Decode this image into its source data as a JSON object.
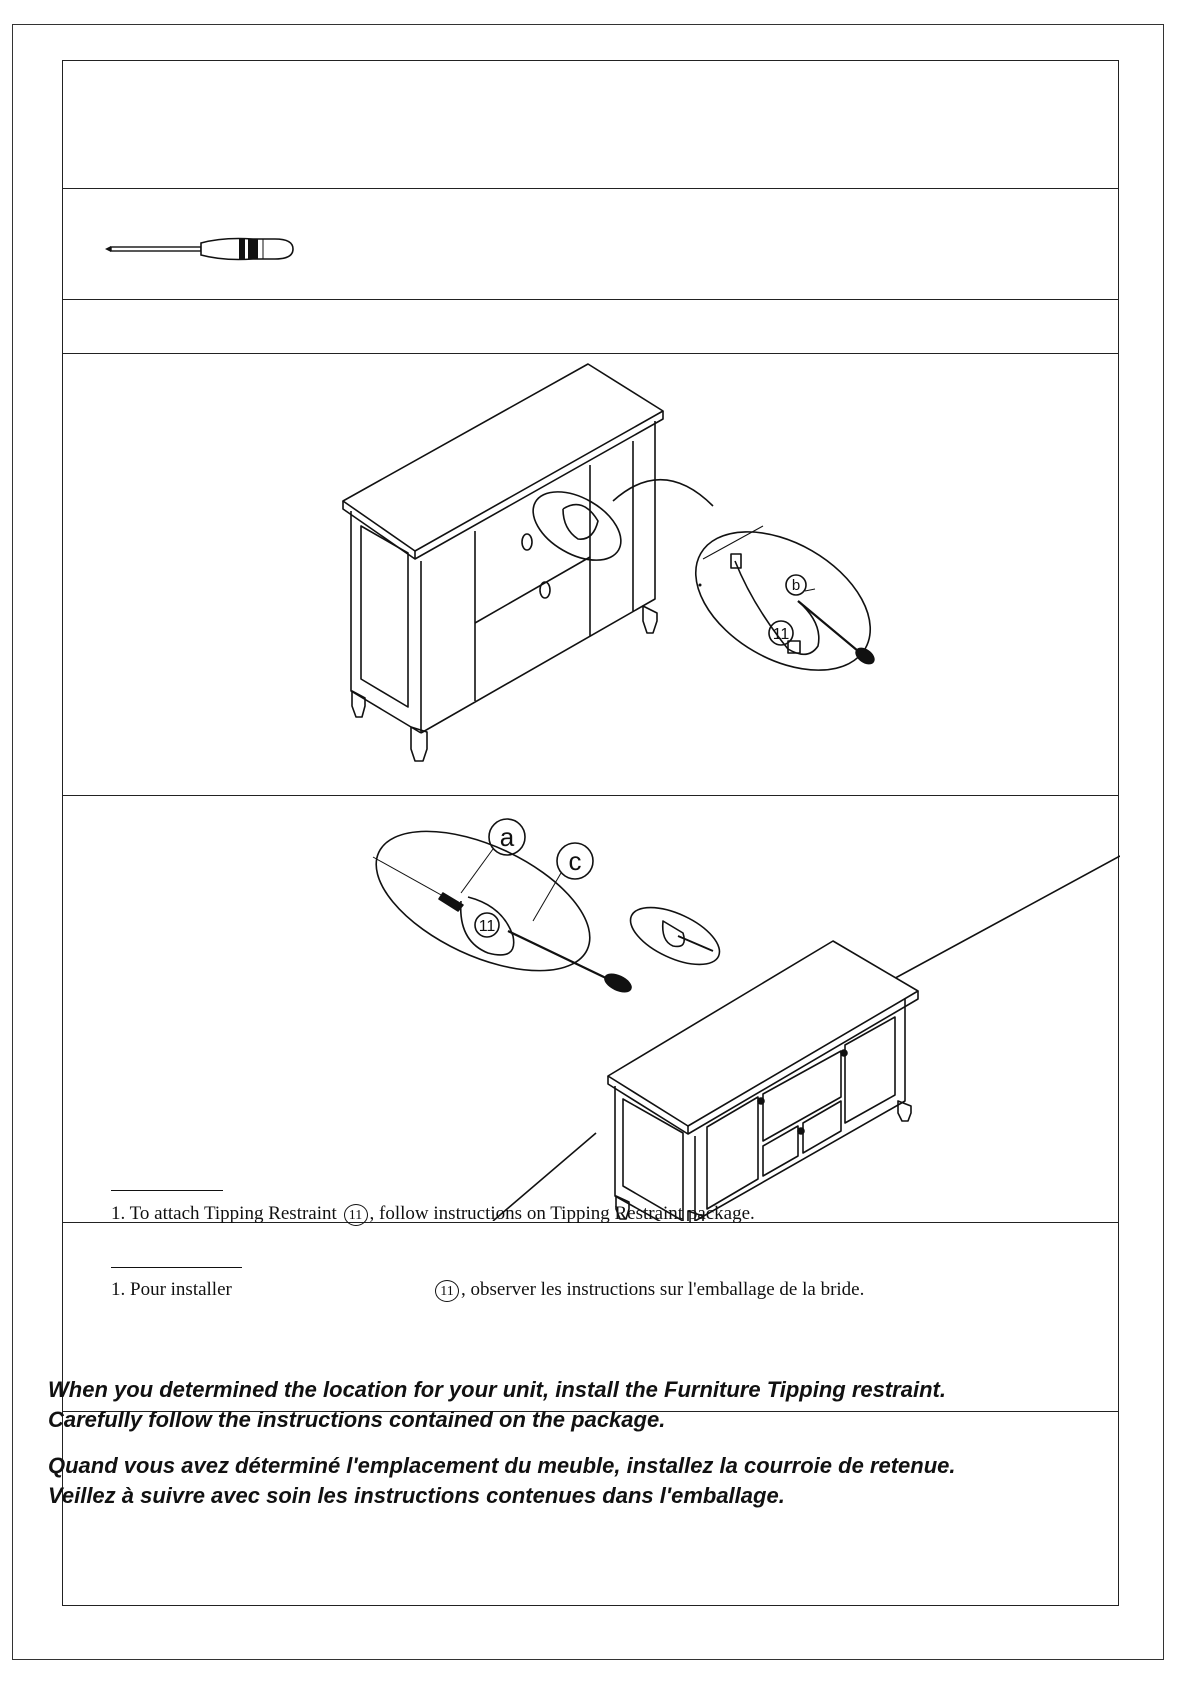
{
  "instructions": {
    "en": {
      "text_before": "1. To attach Tipping Restraint",
      "part_number": "11",
      "text_after": ", follow instructions on Tipping Restraint package."
    },
    "fr": {
      "text_before": "1. Pour installer",
      "part_number": "11",
      "text_after": ", observer les instructions sur l'emballage de la bride."
    }
  },
  "illustration_labels": {
    "step1_b": "b",
    "step1_part": "11",
    "step2_a": "a",
    "step2_c": "c",
    "step2_part": "11"
  },
  "notes": {
    "en_line1": "When you determined the location for your unit, install the Furniture Tipping restraint.",
    "en_line2": "Carefully follow the instructions contained on the package.",
    "fr_line1": "Quand vous avez déterminé l'emplacement du meuble, installez la courroie de retenue.",
    "fr_line2": "Veillez à suivre avec soin les instructions contenues dans l'emballage."
  },
  "tool_icon": "phillips-screwdriver-icon"
}
